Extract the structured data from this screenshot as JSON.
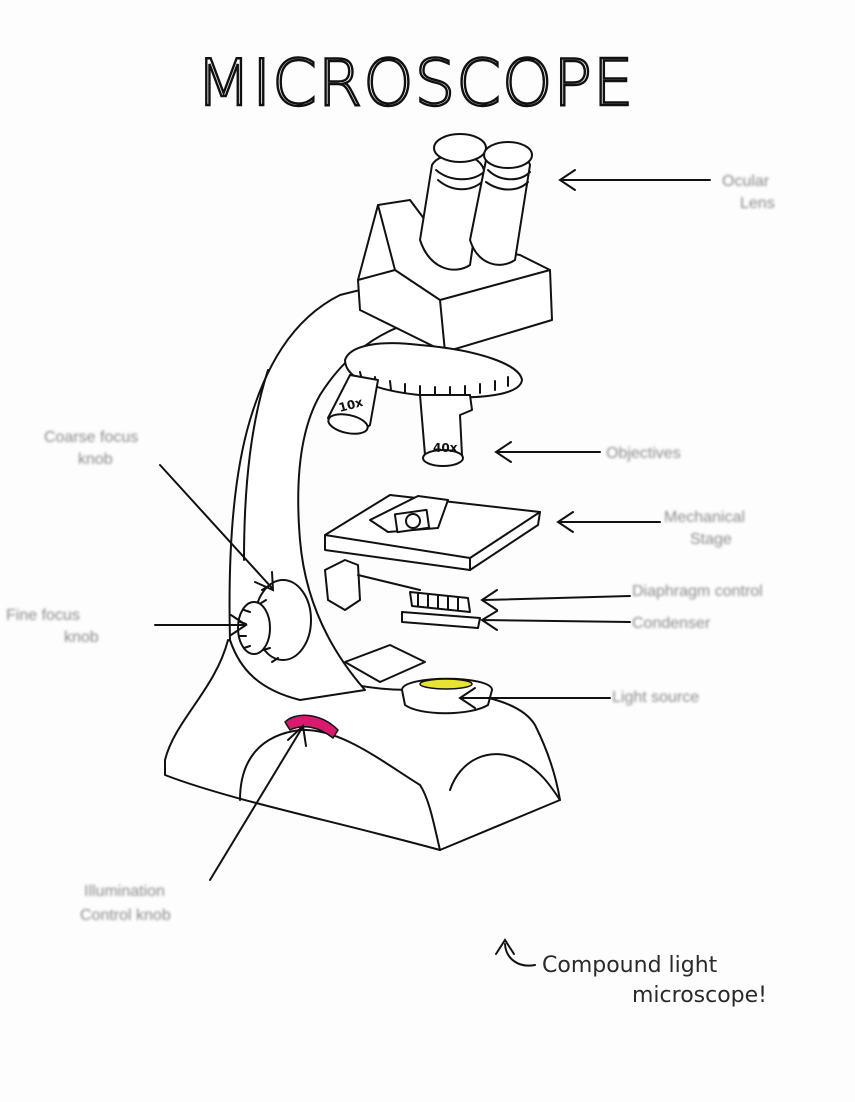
{
  "title": "MICROSCOPE",
  "labels": {
    "ocular_lens": [
      "Ocular",
      "Lens"
    ],
    "objectives": "Objectives",
    "mechanical_stage": [
      "Mechanical",
      "Stage"
    ],
    "diaphragm_control": "Diaphragm control",
    "condenser": "Condenser",
    "light_source": "Light source",
    "coarse_focus_knob": [
      "Coarse focus",
      "knob"
    ],
    "fine_focus_knob": [
      "Fine focus",
      "knob"
    ],
    "illumination_control_knob": [
      "Illumination",
      "Control knob"
    ]
  },
  "lens_marks": {
    "low": "10x",
    "high": "40x"
  },
  "caption": [
    "Compound light",
    "microscope!"
  ],
  "colors": {
    "ink": "#111111",
    "light_source": "#e8e233",
    "illumination_knob": "#d81b6e",
    "blurred_label": "#8a8a8a"
  }
}
